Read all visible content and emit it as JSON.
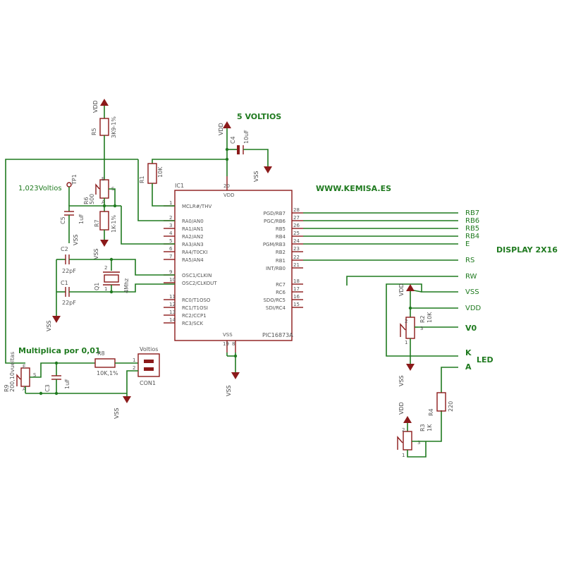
{
  "labels": {
    "supply_title": "5 VOLTIOS",
    "website": "WWW.KEMISA.ES",
    "display": "DISPLAY 2X16",
    "ref_voltage": "1,023Voltios",
    "multiplier": "Multiplica por 0,01",
    "led": "LED",
    "vdd": "VDD",
    "vss": "VSS"
  },
  "ic": {
    "ref": "IC1",
    "part": "PIC16873A",
    "left_pins": [
      {
        "num": "1",
        "name": "MCLR#/THV"
      },
      {
        "num": "2",
        "name": "RA0/AN0"
      },
      {
        "num": "3",
        "name": "RA1/AN1"
      },
      {
        "num": "4",
        "name": "RA2/AN2"
      },
      {
        "num": "5",
        "name": "RA3/AN3"
      },
      {
        "num": "6",
        "name": "RA4/T0CKI"
      },
      {
        "num": "7",
        "name": "RA5/AN4"
      },
      {
        "num": "9",
        "name": "OSC1/CLKIN"
      },
      {
        "num": "10",
        "name": "OSC2/CLKOUT"
      },
      {
        "num": "11",
        "name": "RC0/T1OSO"
      },
      {
        "num": "12",
        "name": "RC1/T1OSI"
      },
      {
        "num": "13",
        "name": "RC2/CCP1"
      },
      {
        "num": "14",
        "name": "RC3/SCK"
      }
    ],
    "right_pins": [
      {
        "num": "28",
        "name": "PGD/RB7"
      },
      {
        "num": "27",
        "name": "PGC/RB6"
      },
      {
        "num": "26",
        "name": "RB5"
      },
      {
        "num": "25",
        "name": "RB4"
      },
      {
        "num": "24",
        "name": "PGM/RB3"
      },
      {
        "num": "23",
        "name": "RB2"
      },
      {
        "num": "22",
        "name": "RB1"
      },
      {
        "num": "21",
        "name": "INT/RB0"
      },
      {
        "num": "18",
        "name": "RC7"
      },
      {
        "num": "17",
        "name": "RC6"
      },
      {
        "num": "16",
        "name": "SDO/RC5"
      },
      {
        "num": "15",
        "name": "SDI/RC4"
      }
    ],
    "top_pin": {
      "num": "20",
      "name": "VDD"
    },
    "bottom_pins": {
      "nums": [
        "19",
        "8"
      ],
      "name": "VSS"
    }
  },
  "display_pins": [
    "RB7",
    "RB6",
    "RB5",
    "RB4",
    "E",
    "RS",
    "RW",
    "VSS",
    "VDD",
    "V0",
    "K",
    "A"
  ],
  "components": {
    "R1": {
      "ref": "R1",
      "value": "10K"
    },
    "R2": {
      "ref": "R2",
      "value": "10K"
    },
    "R3": {
      "ref": "R3",
      "value": "1K"
    },
    "R4": {
      "ref": "R4",
      "value": "220"
    },
    "R5": {
      "ref": "R5",
      "value": "3K9-1%"
    },
    "R6": {
      "ref": "R6",
      "value": "500"
    },
    "R7": {
      "ref": "R7",
      "value": "1K-1%"
    },
    "R8": {
      "ref": "R8",
      "value": "10K,1%"
    },
    "R9": {
      "ref": "R9",
      "value": "200,10vueltas"
    },
    "C1": {
      "ref": "C1",
      "value": "22pF"
    },
    "C2": {
      "ref": "C2",
      "value": "22pF"
    },
    "C3": {
      "ref": "C3",
      "value": "1uF"
    },
    "C4": {
      "ref": "C4",
      "value": "10uF"
    },
    "C5": {
      "ref": "C5",
      "value": "1uF"
    },
    "Q1": {
      "ref": "Q1",
      "value": "4Mhz"
    },
    "TP1": {
      "ref": "TP1"
    },
    "CON1": {
      "ref": "CON1",
      "value": "Voltios"
    }
  },
  "pin_marks": {
    "a": "A",
    "e": "E",
    "s": "S",
    "one": "1",
    "two": "2",
    "three": "3"
  }
}
